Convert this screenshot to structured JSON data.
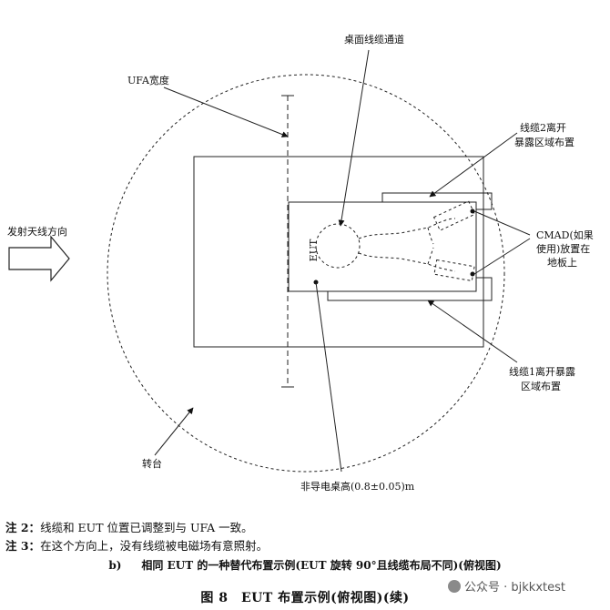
{
  "diagram": {
    "labels": {
      "cable_channel": "桌面线缆通道",
      "ufa_width": "UFA宽度",
      "cable2": [
        "线缆2离开",
        "暴露区域布置"
      ],
      "antenna_direction": "发射天线方向",
      "eut": "EUT",
      "cmad": [
        "CMAD(如果",
        "使用)放置在",
        "地板上"
      ],
      "cable1": [
        "线缆1离开暴露",
        "区域布置"
      ],
      "turntable": "转台",
      "table_height": "非导电桌高(0.8±0.05)m"
    }
  },
  "notes": [
    {
      "label": "注 2：",
      "text": "线缆和 EUT 位置已调整到与 UFA 一致。"
    },
    {
      "label": "注 3：",
      "text": "在这个方向上，没有线缆被电磁场有意照射。"
    }
  ],
  "caption_b": {
    "label": "b)",
    "text": "相同 EUT 的一种替代布置示例(EUT 旋转 90°且线缆布局不同)(俯视图)"
  },
  "figure_title": "图 8　EUT 布置示例(俯视图)(续)",
  "watermark": {
    "text": "公众号 · bjkkxtest",
    "icon": "wechat-icon"
  }
}
